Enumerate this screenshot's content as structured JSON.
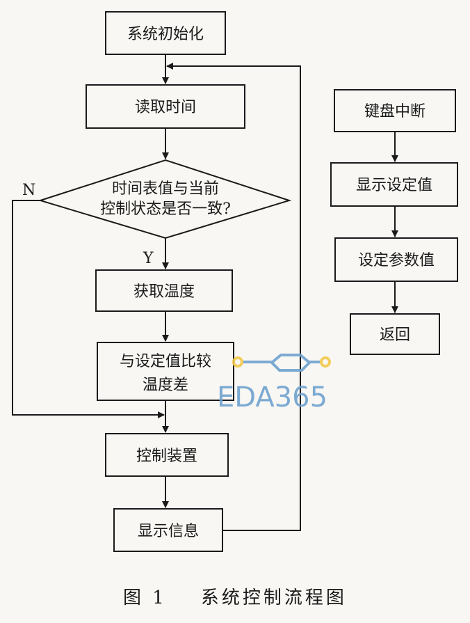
{
  "nodes": {
    "init": "系统初始化",
    "read_time": "读取时间",
    "decision_line1": "时间表值与当前",
    "decision_line2": "控制状态是否一致?",
    "get_temp": "获取温度",
    "compare_line1": "与设定值比较",
    "compare_line2": "温度差",
    "control": "控制装置",
    "display_info": "显示信息",
    "kb_interrupt": "键盘中断",
    "show_setting": "显示设定值",
    "set_params": "设定参数值",
    "return": "返回"
  },
  "labels": {
    "no": "N",
    "yes": "Y"
  },
  "watermark": "EDA365",
  "caption": {
    "fig": "图 1",
    "title": "系统控制流程图"
  }
}
